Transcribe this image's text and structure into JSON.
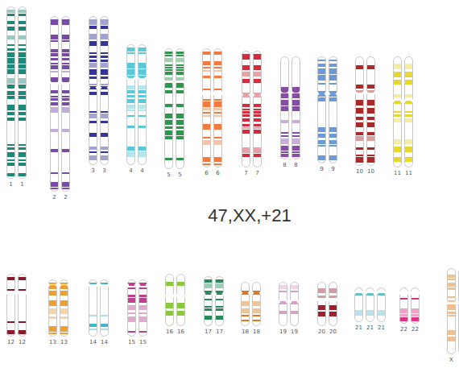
{
  "diagram": {
    "title": "47,XX,+21",
    "labels": [
      "1",
      "1",
      "2",
      "2",
      "3",
      "3",
      "4",
      "4",
      "5",
      "5",
      "6",
      "6",
      "7",
      "7",
      "8",
      "8",
      "9",
      "9",
      "10",
      "10",
      "11",
      "11",
      "12",
      "12",
      "13",
      "13",
      "14",
      "14",
      "15",
      "15",
      "16",
      "16",
      "17",
      "17",
      "18",
      "18",
      "19",
      "19",
      "20",
      "20",
      "21",
      "21",
      "21",
      "22",
      "22",
      "X"
    ]
  }
}
